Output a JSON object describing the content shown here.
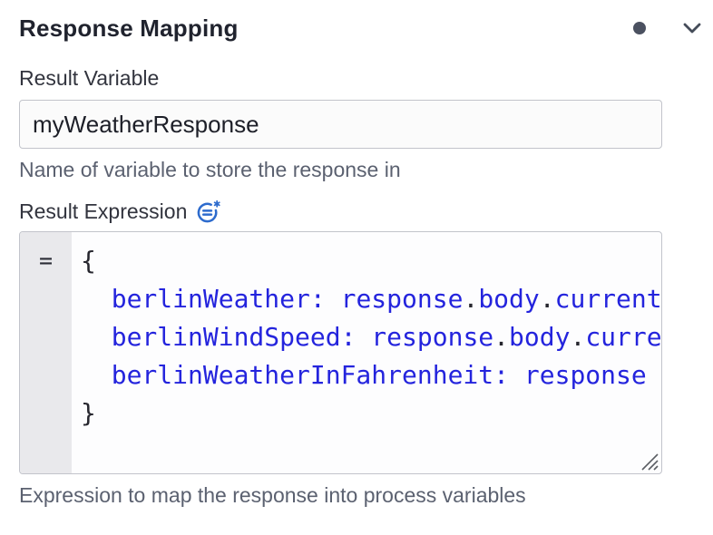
{
  "panel": {
    "title": "Response Mapping",
    "status_dot_icon": "filled-dot-icon",
    "collapse_icon": "chevron-down-icon"
  },
  "result_variable": {
    "label": "Result Variable",
    "value": "myWeatherResponse",
    "description": "Name of variable to store the response in"
  },
  "result_expression": {
    "label": "Result Expression",
    "feel_icon": "feel-required-icon",
    "gutter_symbol": "=",
    "description": "Expression to map the response into process variables",
    "code_lines": [
      [
        {
          "t": "{",
          "c": "dark"
        }
      ],
      [
        {
          "t": "  berlinWeather",
          "c": "blue"
        },
        {
          "t": ":",
          "c": "blue"
        },
        {
          "t": " ",
          "c": "dark"
        },
        {
          "t": "response",
          "c": "blue"
        },
        {
          "t": ".",
          "c": "dark"
        },
        {
          "t": "body",
          "c": "blue"
        },
        {
          "t": ".",
          "c": "dark"
        },
        {
          "t": "current",
          "c": "blue"
        }
      ],
      [
        {
          "t": "  berlinWindSpeed",
          "c": "blue"
        },
        {
          "t": ":",
          "c": "blue"
        },
        {
          "t": " ",
          "c": "dark"
        },
        {
          "t": "response",
          "c": "blue"
        },
        {
          "t": ".",
          "c": "dark"
        },
        {
          "t": "body",
          "c": "blue"
        },
        {
          "t": ".",
          "c": "dark"
        },
        {
          "t": "curre",
          "c": "blue"
        }
      ],
      [
        {
          "t": "  berlinWeatherInFahrenheit",
          "c": "blue"
        },
        {
          "t": ":",
          "c": "blue"
        },
        {
          "t": " ",
          "c": "dark"
        },
        {
          "t": "response",
          "c": "blue"
        }
      ],
      [
        {
          "t": "}",
          "c": "dark"
        }
      ]
    ]
  },
  "colors": {
    "code_blue": "#2424dd",
    "code_dark": "#26262e",
    "feel_icon_blue": "#2d6bcd",
    "status_dot": "#4b5160"
  }
}
